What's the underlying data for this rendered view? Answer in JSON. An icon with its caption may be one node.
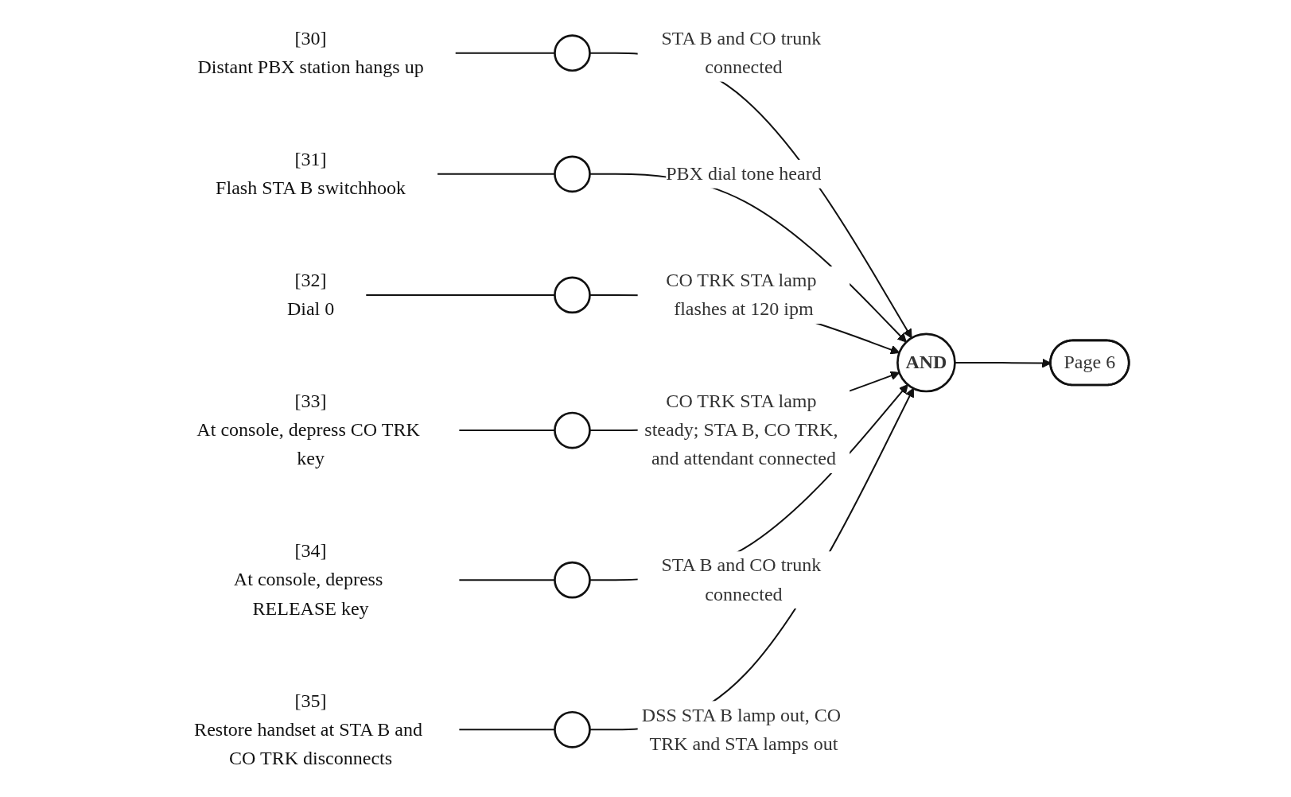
{
  "diagram": {
    "nodes": [
      {
        "text": [
          "[30]",
          "Distant PBX station hangs up"
        ]
      },
      {
        "text": [],
        "shape": "circle"
      },
      {
        "text": [
          "[31]",
          "Flash STA B switchhook"
        ]
      },
      {
        "text": [],
        "shape": "circle"
      },
      {
        "text": [
          "[32]",
          "Dial 0"
        ]
      },
      {
        "text": [],
        "shape": "circle"
      },
      {
        "text": [
          "[33]",
          "At console, depress CO TRK key"
        ]
      },
      {
        "text": [],
        "shape": "circle"
      },
      {
        "text": [
          "[34]",
          "At console, depress RELEASE key"
        ]
      },
      {
        "text": [],
        "shape": "circle"
      },
      {
        "text": [
          "[35]",
          "Restore handset at STA B and CO TRK disconnects"
        ]
      },
      {
        "text": [],
        "shape": "circle"
      },
      {
        "text": [
          "AND"
        ]
      },
      {
        "text": [
          "Page 6"
        ]
      }
    ],
    "edges": [
      {
        "from": 0,
        "to": 1,
        "arrow": "none"
      },
      {
        "from": 2,
        "to": 3,
        "arrow": "none"
      },
      {
        "from": 4,
        "to": 5,
        "arrow": "none"
      },
      {
        "from": 6,
        "to": 7,
        "arrow": "none"
      },
      {
        "from": 8,
        "to": 9,
        "arrow": "none"
      },
      {
        "from": 10,
        "to": 11,
        "arrow": "none"
      },
      {
        "from": 1,
        "to": 12,
        "arrow": "to",
        "label": "STA B and CO trunk connected"
      },
      {
        "from": 3,
        "to": 12,
        "arrow": "to",
        "label": "PBX dial tone heard"
      },
      {
        "from": 5,
        "to": 12,
        "arrow": "to",
        "label": "CO TRK STA lamp flashes at 120 ipm"
      },
      {
        "from": 7,
        "to": 12,
        "arrow": "to",
        "label": "CO TRK STA lamp steady; STA B, CO TRK, and attendant connected"
      },
      {
        "from": 9,
        "to": 12,
        "arrow": "to",
        "label": "STA B and CO trunk connected"
      },
      {
        "from": 11,
        "to": 12,
        "arrow": "to",
        "label": "DSS STA B lamp out, CO TRK and STA lamps out"
      },
      {
        "from": 12,
        "to": 13,
        "arrow": "to"
      }
    ]
  }
}
